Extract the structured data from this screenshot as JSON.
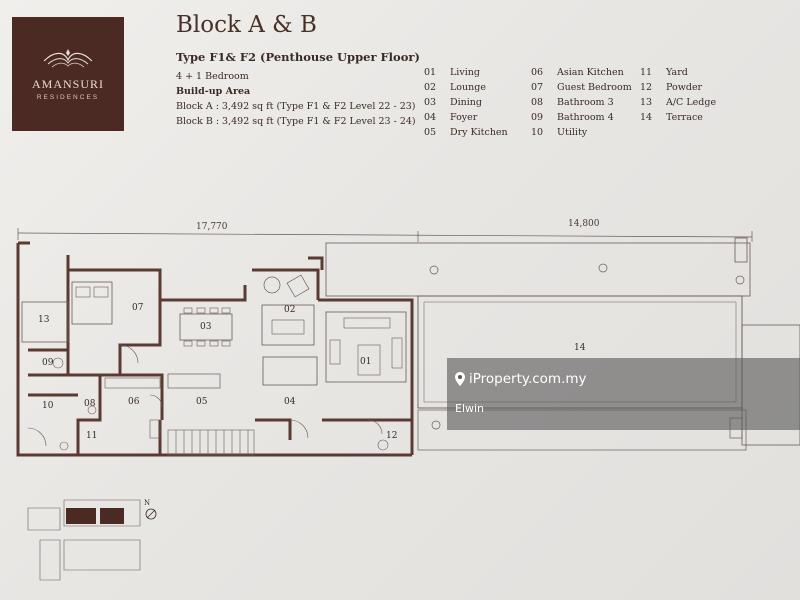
{
  "brand": {
    "name": "AMANSURI",
    "tagline": "RESIDENCES",
    "color": "#4a2a22"
  },
  "header": {
    "title": "Block A & B",
    "type": "Type F1& F2 (Penthouse Upper Floor)",
    "bedrooms": "4 + 1 Bedroom",
    "buildup_label": "Build-up Area",
    "block_a": "Block A : 3,492 sq ft (Type F1 & F2 Level 22 - 23)",
    "block_b": "Block B : 3,492 sq ft (Type F1 & F2 Level 23 - 24)"
  },
  "legend": [
    [
      {
        "num": "01",
        "label": "Living"
      },
      {
        "num": "02",
        "label": "Lounge"
      },
      {
        "num": "03",
        "label": "Dining"
      },
      {
        "num": "04",
        "label": "Foyer"
      },
      {
        "num": "05",
        "label": "Dry Kitchen"
      }
    ],
    [
      {
        "num": "06",
        "label": "Asian Kitchen"
      },
      {
        "num": "07",
        "label": "Guest Bedroom"
      },
      {
        "num": "08",
        "label": "Bathroom 3"
      },
      {
        "num": "09",
        "label": "Bathroom 4"
      },
      {
        "num": "10",
        "label": "Utility"
      }
    ],
    [
      {
        "num": "11",
        "label": "Yard"
      },
      {
        "num": "12",
        "label": "Powder"
      },
      {
        "num": "13",
        "label": "A/C Ledge"
      },
      {
        "num": "14",
        "label": "Terrace"
      }
    ]
  ],
  "dimensions": {
    "left": "17,770",
    "right": "14,800"
  },
  "rooms": {
    "r01": "01",
    "r02": "02",
    "r03": "03",
    "r04": "04",
    "r05": "05",
    "r06": "06",
    "r07": "07",
    "r08": "08",
    "r09": "09",
    "r10": "10",
    "r11": "11",
    "r12": "12",
    "r13": "13",
    "r14": "14"
  },
  "compass": "N",
  "watermark": {
    "site": "iProperty.com.my",
    "user": "Elwin"
  }
}
